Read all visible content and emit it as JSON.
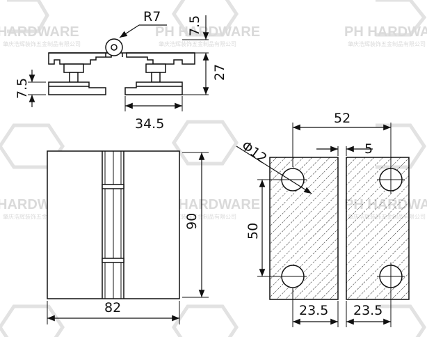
{
  "watermark": {
    "brand": "PH HARDWARE",
    "brand_cut": "HARDWARE",
    "sub": "肇庆浩辉装饰五金制品有限公司"
  },
  "dimensions": {
    "radius": "R7",
    "pin_height": "7.5",
    "body_height": "27",
    "base_height": "7.5",
    "leaf_width": "34.5",
    "total_width": "82",
    "total_height": "90",
    "hole_spacing_x": "52",
    "hole_offset": "5",
    "hole_diameter": "Φ12",
    "hole_spacing_y": "50",
    "leaf_left_width": "23.5",
    "leaf_right_width": "23.5"
  },
  "colors": {
    "line": "#111111",
    "watermark": "#dadada"
  }
}
